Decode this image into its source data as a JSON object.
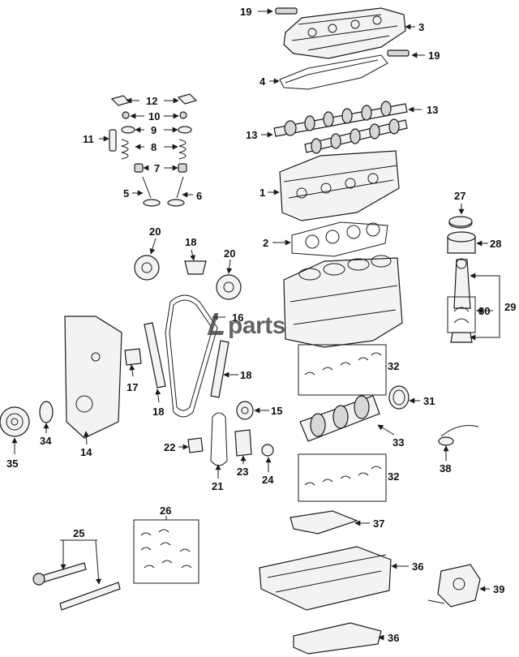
{
  "watermark": {
    "text": "parts",
    "icon": "zvparts-logo-icon"
  },
  "callouts": {
    "c1": "1",
    "c2": "2",
    "c3": "3",
    "c4": "4",
    "c5": "5",
    "c6": "6",
    "c7": "7",
    "c8": "8",
    "c9": "9",
    "c10": "10",
    "c11": "11",
    "c12": "12",
    "c13a": "13",
    "c13b": "13",
    "c14": "14",
    "c15": "15",
    "c16": "16",
    "c17": "17",
    "c18a": "18",
    "c18b": "18",
    "c18c": "18",
    "c19a": "19",
    "c19b": "19",
    "c20a": "20",
    "c20b": "20",
    "c21": "21",
    "c22": "22",
    "c23": "23",
    "c24": "24",
    "c25": "25",
    "c26": "26",
    "c27": "27",
    "c28": "28",
    "c29": "29",
    "c30": "30",
    "c31": "31",
    "c32a": "32",
    "c32b": "32",
    "c33": "33",
    "c34": "34",
    "c35": "35",
    "c36a": "36",
    "c36b": "36",
    "c37": "37",
    "c38": "38",
    "c39": "39"
  }
}
